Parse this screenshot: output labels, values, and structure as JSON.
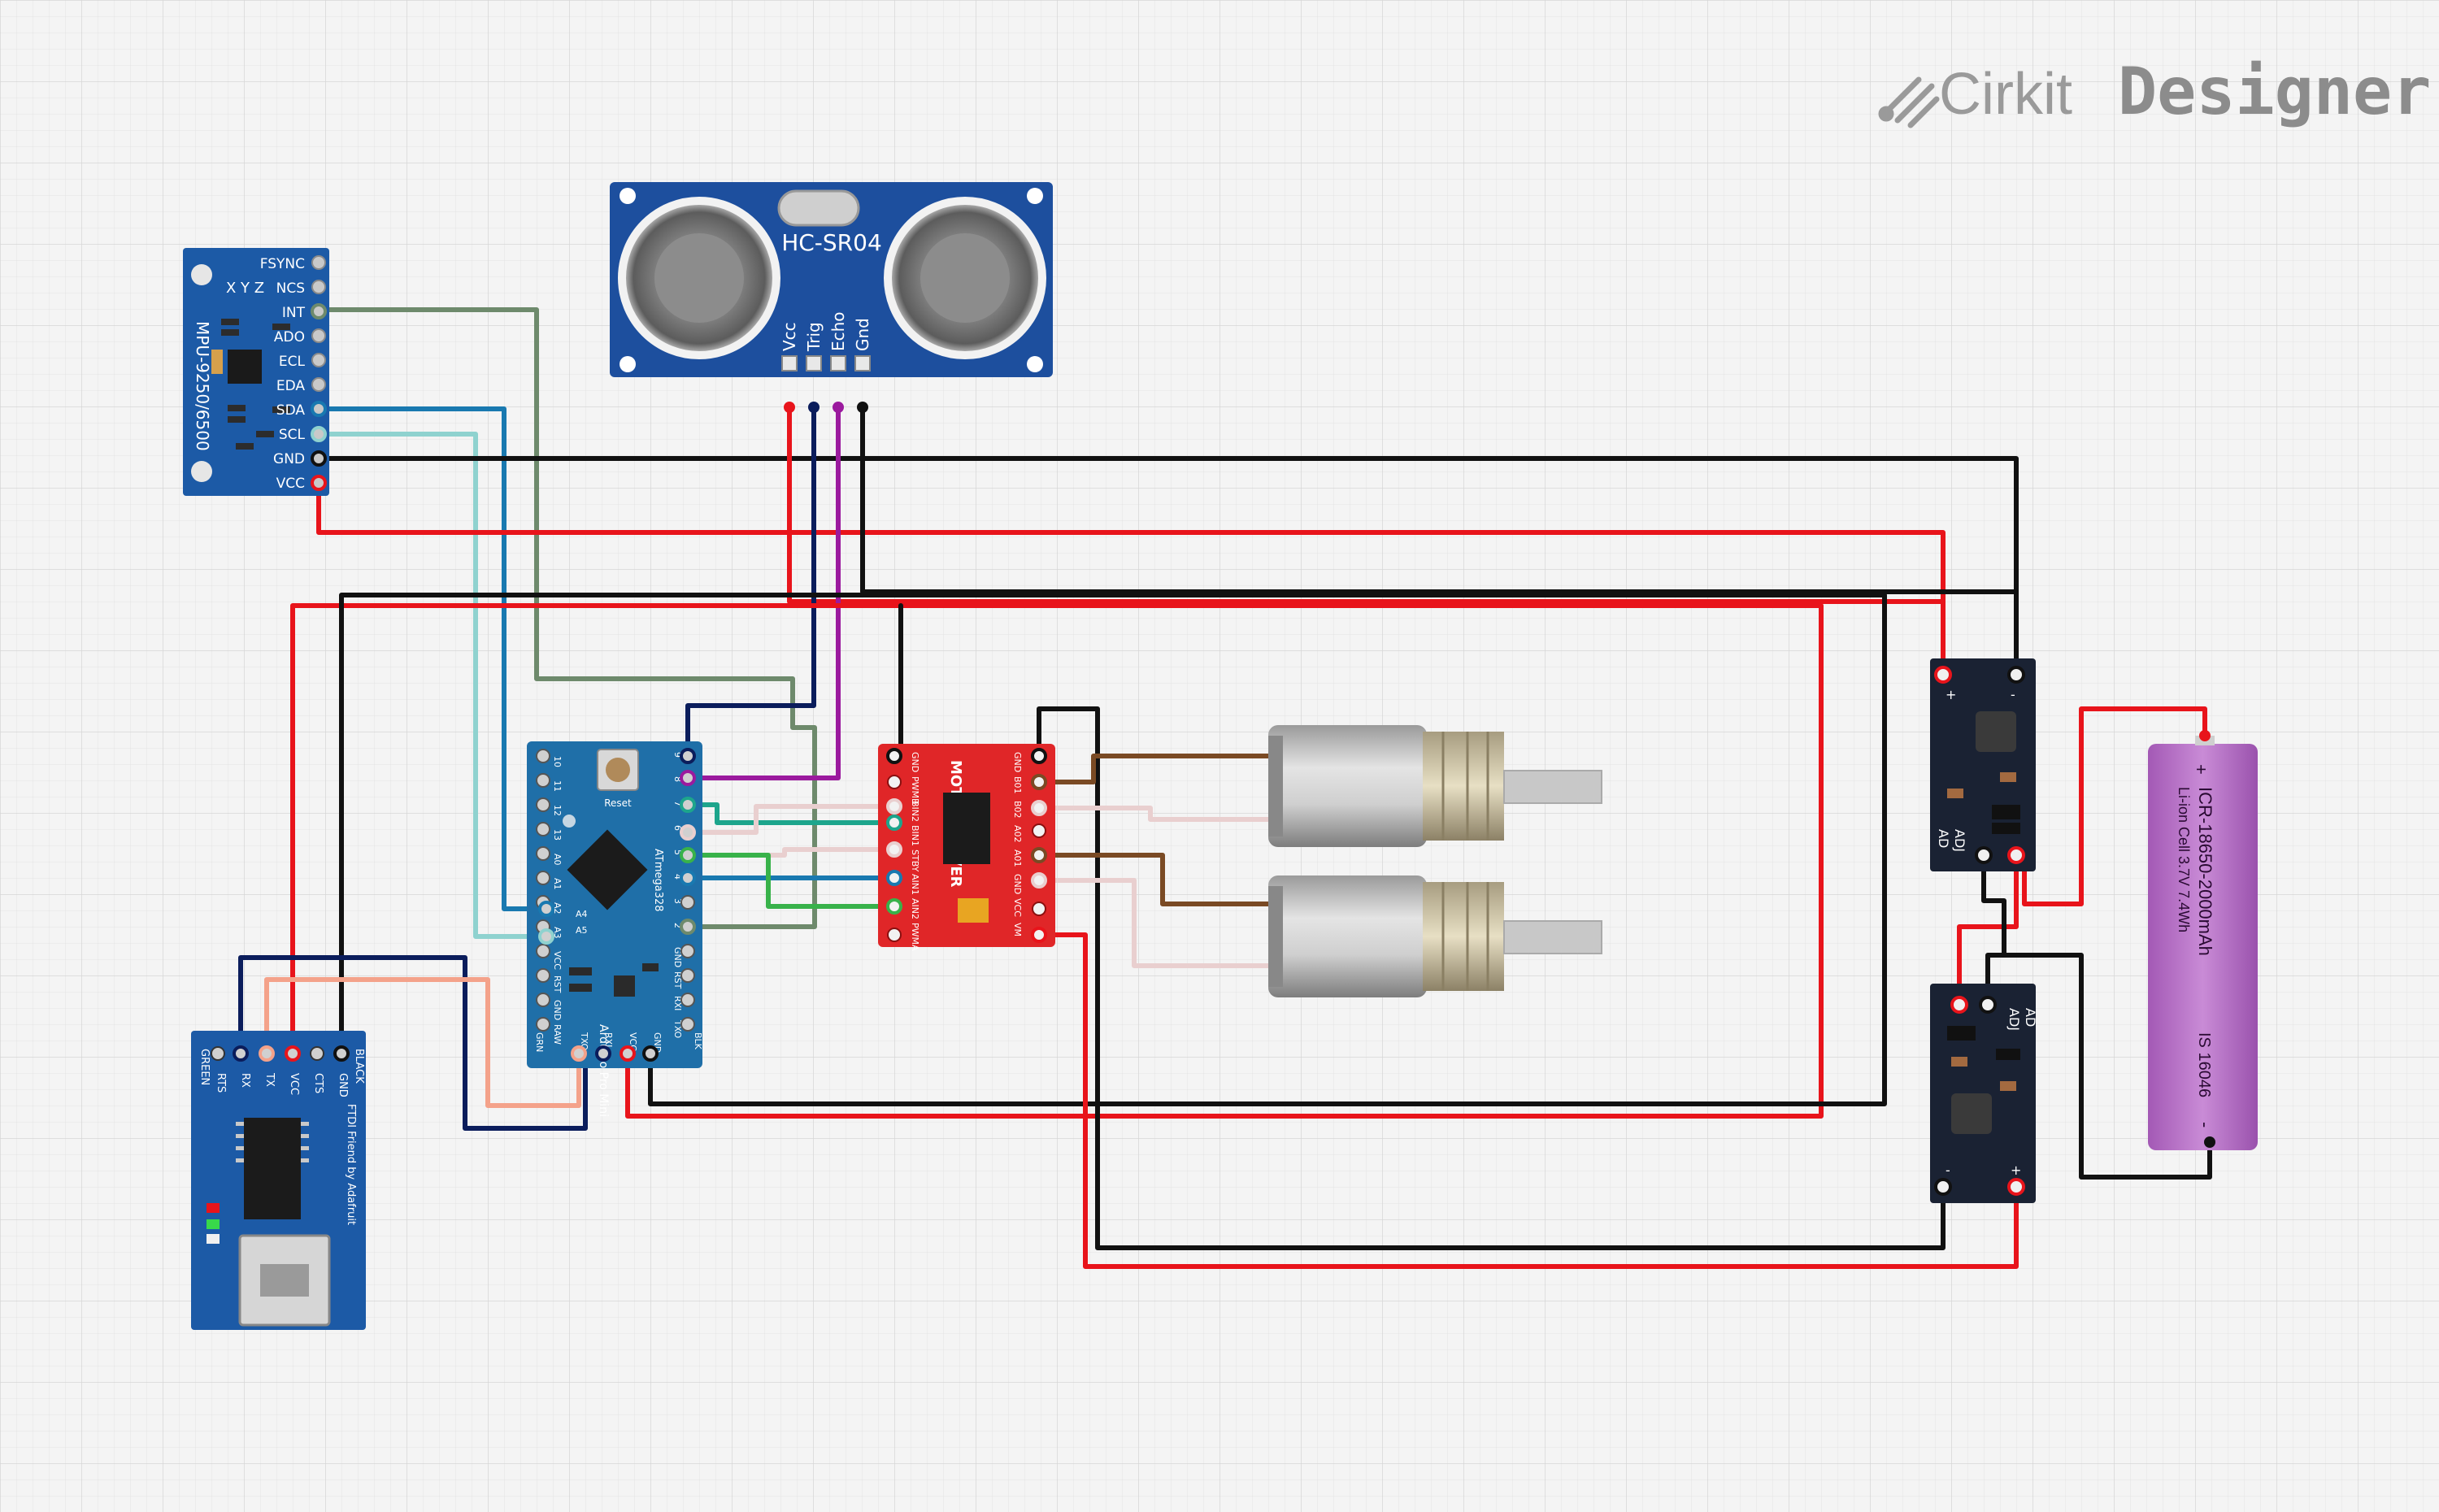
{
  "brand": {
    "name_light": "Cirkit",
    "name_bold": "Designer",
    "icon": "cirkit-logo-icon"
  },
  "colors": {
    "wire_red": "#e8141b",
    "wire_black": "#111111",
    "wire_navy": "#0b1d5c",
    "wire_purple": "#9b1a9e",
    "wire_sage": "#6e8a6c",
    "wire_blue": "#1979b0",
    "wire_lightblue": "#8fd2cf",
    "wire_salmon": "#f4a28a",
    "wire_green": "#38b24a",
    "wire_teal": "#1da58c",
    "wire_brown": "#7a4a24",
    "wire_pink": "#e9cfcf",
    "board_blue": "#1c5aa6",
    "board_red": "#e02628",
    "board_dark": "#1a2233",
    "battery": "#b76bc7"
  },
  "ultrasonic": {
    "name": "HC-SR04",
    "pins": [
      "Vcc",
      "Trig",
      "Echo",
      "Gnd"
    ]
  },
  "imu": {
    "name": "MPU-9250/6500",
    "pins": [
      "FSYNC",
      "NCS",
      "INT",
      "ADO",
      "ECL",
      "EDA",
      "SDA",
      "SCL",
      "GND",
      "VCC"
    ],
    "axis": "X Y Z"
  },
  "arduino": {
    "name": "Arduino Pro Mini",
    "chip": "ATmega328",
    "reset": "Reset",
    "left_pins": [
      "10",
      "11",
      "12",
      "13",
      "A0",
      "A1",
      "A2",
      "A3",
      "VCC",
      "RST",
      "GND",
      "RAW"
    ],
    "right_pins": [
      "9",
      "8",
      "7",
      "6",
      "5",
      "4",
      "3",
      "2",
      "GND",
      "RST",
      "RXI",
      "TXO"
    ],
    "bottom_pins": [
      "GRN",
      "TXO",
      "RXI",
      "VCC",
      "GND",
      "BLK"
    ],
    "inner_pins": [
      "A4",
      "A5"
    ]
  },
  "motor_driver": {
    "title": "MOTOR DRIVER",
    "left_pins": [
      "GND",
      "PWMB",
      "BIN2",
      "BIN1",
      "STBY",
      "AIN1",
      "AIN2",
      "PWMA"
    ],
    "right_pins": [
      "GND",
      "B01",
      "B02",
      "A02",
      "A01",
      "GND",
      "VCC",
      "VM"
    ]
  },
  "ftdi": {
    "name": "FTDI Friend by Adafruit",
    "pins": [
      "GREEN",
      "RTS",
      "RX",
      "TX",
      "VCC",
      "CTS",
      "GND",
      "BLACK"
    ]
  },
  "regulators": [
    {
      "pins": [
        "+",
        "-",
        "AD",
        "ADJ"
      ]
    },
    {
      "pins": [
        "AD",
        "ADJ",
        "-",
        "+"
      ]
    }
  ],
  "battery": {
    "model": "ICR-18650-2000mAh",
    "spec": "Li-ion Cell 3.7V 7.4Wh",
    "code": "IS 16046",
    "plus": "+",
    "minus": "-"
  }
}
